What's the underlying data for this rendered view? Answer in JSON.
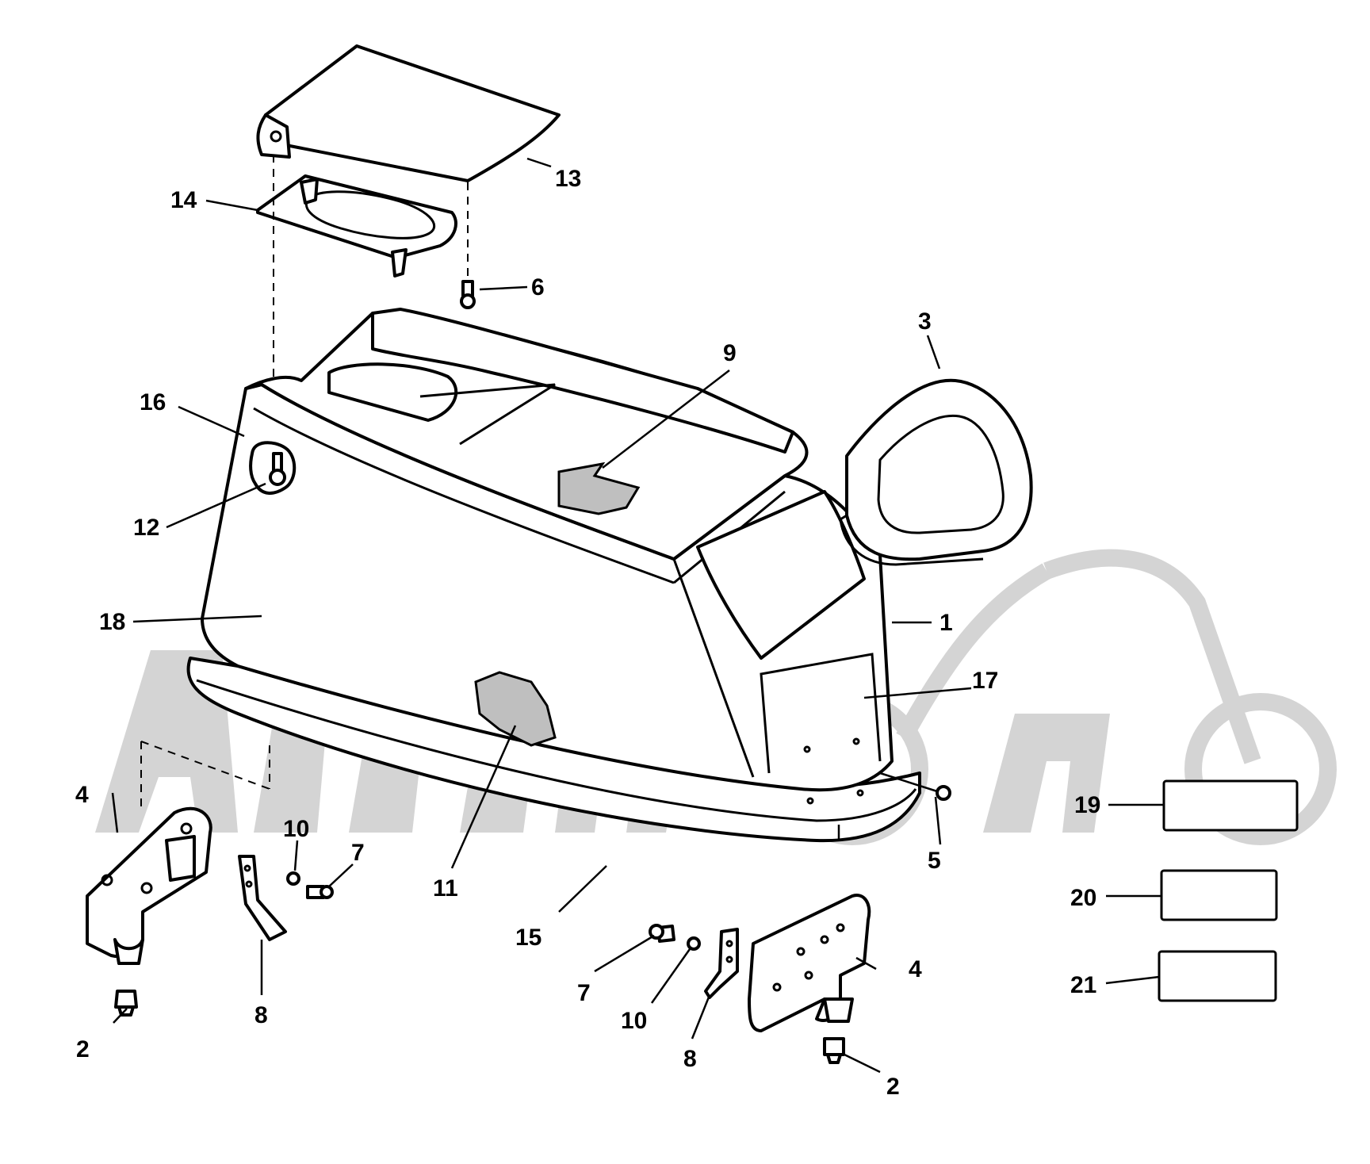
{
  "diagram": {
    "callouts": {
      "c1": "1",
      "c2a": "2",
      "c2b": "2",
      "c3": "3",
      "c4a": "4",
      "c4b": "4",
      "c5": "5",
      "c6": "6",
      "c7a": "7",
      "c7b": "7",
      "c8a": "8",
      "c8b": "8",
      "c9": "9",
      "c10a": "10",
      "c10b": "10",
      "c11": "11",
      "c12": "12",
      "c13": "13",
      "c14": "14",
      "c15": "15",
      "c16": "16",
      "c17": "17",
      "c18": "18",
      "c19": "19",
      "c20": "20",
      "c21": "21"
    },
    "watermark": {
      "kind": "logo",
      "text": "AKTIVMOTO"
    },
    "colors": {
      "line": "#000000",
      "watermark": "#d4d4d4",
      "background": "#ffffff"
    }
  }
}
